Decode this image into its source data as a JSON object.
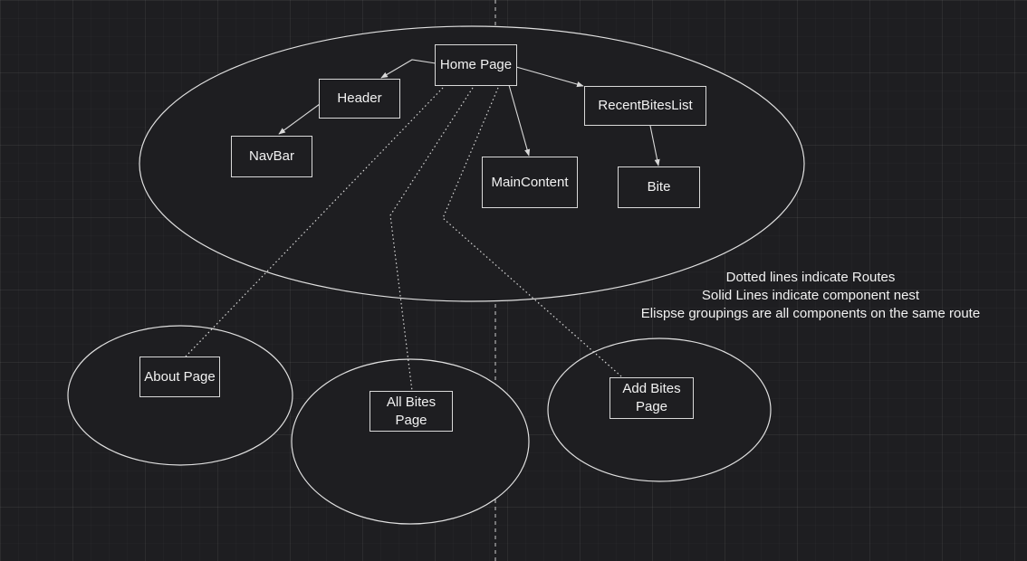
{
  "nodes": {
    "home_page": "Home Page",
    "header": "Header",
    "navbar": "NavBar",
    "recent_bites_list": "RecentBitesList",
    "main_content": "MainContent",
    "bite": "Bite",
    "about_page": "About Page",
    "all_bites_page": "All Bites\nPage",
    "add_bites_page": "Add Bites\nPage"
  },
  "legend": {
    "line1": "Dotted lines indicate Routes",
    "line2": "Solid Lines indicate component nest",
    "line3": "Elispse groupings are all components on the same route"
  }
}
